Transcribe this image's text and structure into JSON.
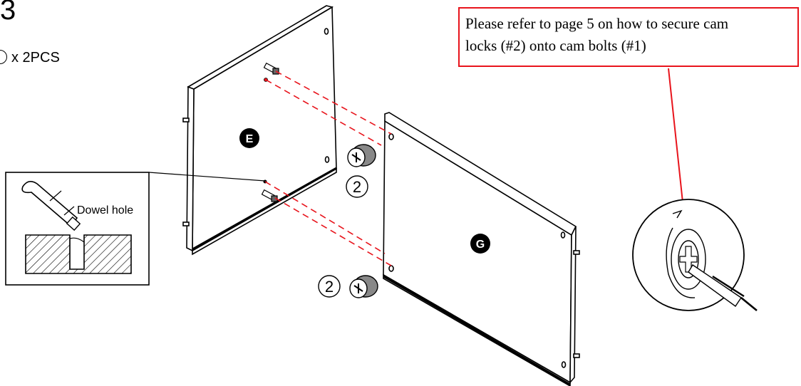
{
  "header": {
    "step_number": "3",
    "parts_text": "x 2PCS"
  },
  "note": {
    "text_line1": "Please refer to page 5 on how to secure cam",
    "text_line2": "locks (#2) onto cam bolts (#1)"
  },
  "labels": {
    "panel_e": "E",
    "panel_g": "G",
    "part_number_top": "2",
    "part_number_bottom": "2",
    "detail_label": "Dowel hole"
  },
  "colors": {
    "accent_red": "#e8141c",
    "ink": "#000000"
  }
}
